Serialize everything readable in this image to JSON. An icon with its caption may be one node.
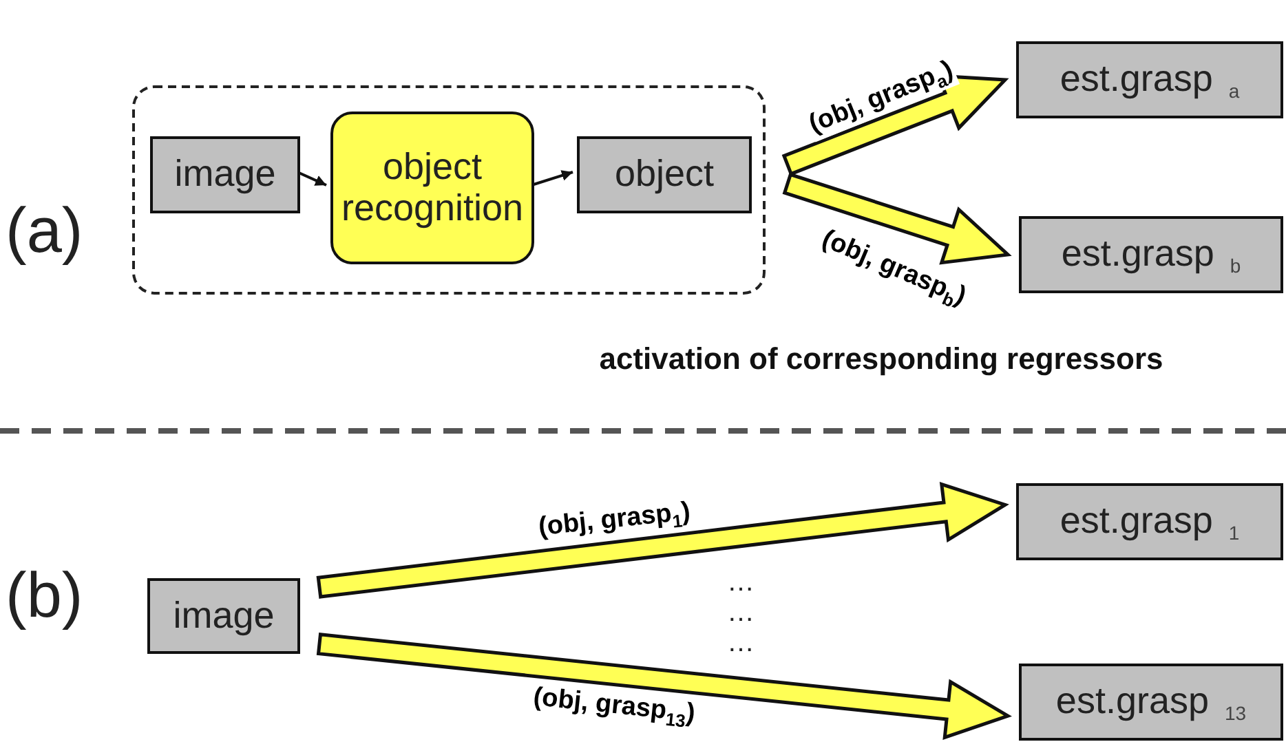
{
  "diagram": {
    "nodes": [
      {
        "text": [],
        "shape": "box"
      },
      {
        "text": [
          "image"
        ],
        "in": 0
      },
      {
        "text": [
          "object recognition"
        ],
        "in": 0
      },
      {
        "text": [
          "object"
        ],
        "in": 0
      },
      {
        "text": [
          "est.grasp $_{a}$"
        ]
      },
      {
        "text": [
          "est.grasp $_{b}$"
        ]
      },
      {
        "text": [
          "image"
        ]
      },
      {
        "text": [
          "est.grasp $_{1}$"
        ]
      },
      {
        "text": [
          "est.grasp $_{13}$"
        ]
      }
    ],
    "edges": [
      {
        "from": 1,
        "to": 2,
        "arrow": "to"
      },
      {
        "from": 2,
        "to": 3,
        "arrow": "to"
      },
      {
        "from": 0,
        "to": 4,
        "arrow": "to",
        "label": "(obj, grasp$_{a}$)",
        "style": "thick",
        "color": "#ffff55"
      },
      {
        "from": 0,
        "to": 5,
        "arrow": "to",
        "label": "(obj, grasp$_{b}$)",
        "style": "thick",
        "color": "#ffff55"
      },
      {
        "from": 6,
        "to": 7,
        "arrow": "to",
        "label": "(obj, grasp$_{1}$)",
        "style": "thick",
        "color": "#ffff55"
      },
      {
        "from": 6,
        "to": 8,
        "arrow": "to",
        "label": "(obj, grasp$_{13}$)",
        "style": "thick",
        "color": "#ffff55"
      }
    ],
    "labels": [
      "(a)",
      "activation of corresponding regressors",
      "(b)",
      "…",
      "…",
      "…"
    ]
  }
}
